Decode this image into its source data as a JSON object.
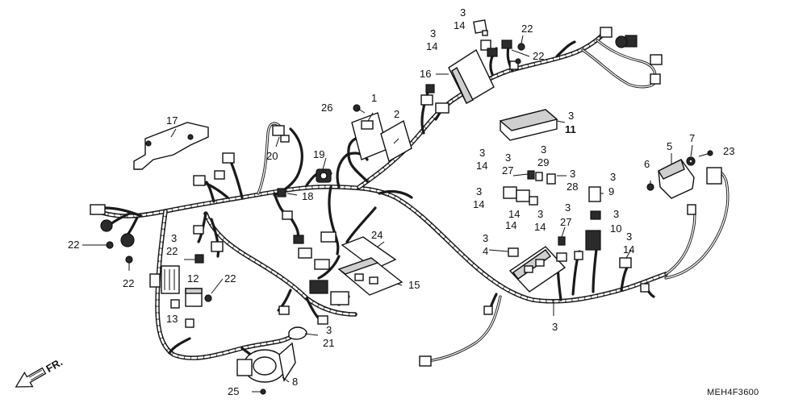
{
  "labels": {
    "l1": "1",
    "l2": "2",
    "l3a": "3",
    "l14a": "14",
    "l3b": "3",
    "l14b": "14",
    "l22a": "22",
    "l22b": "22",
    "l16": "16",
    "l26": "26",
    "l3c": "3",
    "l11": "11",
    "l17": "17",
    "l20": "20",
    "l19": "19",
    "l18": "18",
    "l3d": "3",
    "l14d": "14",
    "l3e": "3",
    "l27a": "27",
    "l3f": "3",
    "l29": "29",
    "l3g": "3",
    "l28": "28",
    "l3h": "3",
    "l14h": "14",
    "l14i": "14",
    "l3i": "3",
    "l14j": "14",
    "l3k": "3",
    "l9": "9",
    "l3l": "3",
    "l10": "10",
    "l3m": "3",
    "l27b": "27",
    "l3n": "3",
    "l4": "4",
    "l3o": "3",
    "l14o": "14",
    "l5": "5",
    "l6": "6",
    "l7": "7",
    "l23": "23",
    "l22c": "22",
    "l22d": "22",
    "l3p": "3",
    "l22e": "22",
    "l12": "12",
    "l22f": "22",
    "l13": "13",
    "l24": "24",
    "l15": "15",
    "l3q": "3",
    "l21": "21",
    "l3r": "3",
    "l8": "8",
    "l25": "25",
    "fr": "FR.",
    "code": "MEH4F3600"
  },
  "colors": {
    "ink": "#111111",
    "paper": "#ffffff",
    "shade": "#cfcfcf"
  }
}
